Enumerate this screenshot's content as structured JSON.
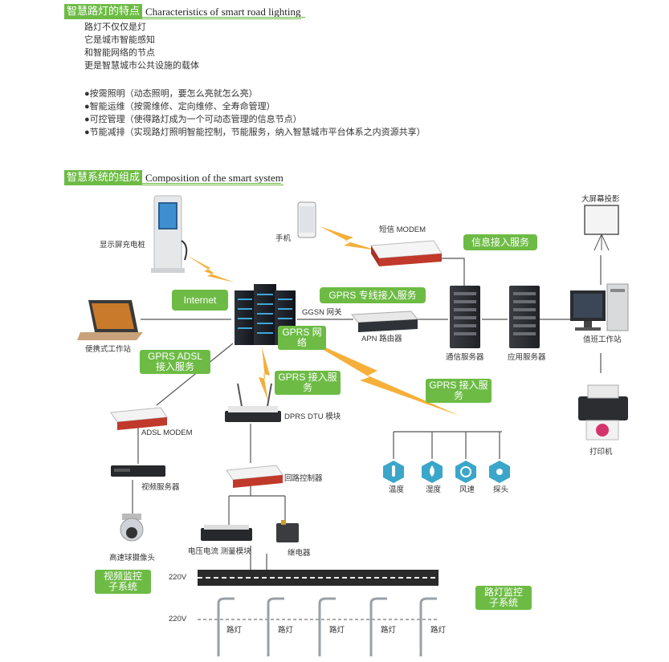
{
  "section1": {
    "title_zh": "智慧路灯的特点",
    "title_en": "Characteristics of smart road lighting",
    "lines": [
      "路灯不仅仅是灯",
      "它是城市智能感知",
      "和智能网络的节点",
      "更是智慧城市公共设施的载体"
    ],
    "bullets": [
      "●按需照明（动态照明，要怎么亮就怎么亮）",
      "●智能运维（按需维修、定向维修、全寿命管理）",
      "●可控管理（使得路灯成为一个可动态管理的信息节点）",
      "●节能减排（实现路灯照明智能控制，节能服务，纳入智慧城市平台体系之内资源共享）"
    ]
  },
  "section2": {
    "title_zh": "智慧系统的组成",
    "title_en": "Composition of the smart system"
  },
  "badges": {
    "internet": "Internet",
    "gprs_dedicated": "GPRS 专线接入服务",
    "info_access": "信息接入服务",
    "gprs_net": "GPRS 网络",
    "gprs_adsl": "GPRS ADSL 接入服务",
    "gprs_access1": "GPRS 接入服务",
    "gprs_access2": "GPRS 接入服务",
    "video_sys": "视频监控 子系统",
    "street_sys": "路灯监控 子系统"
  },
  "labels": {
    "charging_pile": "显示屏充电桩",
    "phone": "手机",
    "sms_modem": "短信 MODEM",
    "projector": "大屏幕投影",
    "laptop": "便携式工作站",
    "ggsn": "GGSN 网关",
    "apn_router": "APN 路由器",
    "comm_server": "通信服务器",
    "app_server": "应用服务器",
    "duty_station": "值班工作站",
    "printer": "打印机",
    "adsl_modem": "ADSL MODEM",
    "dtu": "DPRS DTU 模块",
    "video_server": "视频服务器",
    "loop_controller": "回路控制器",
    "dome_camera": "高速球摄像头",
    "measure_module": "电压电流 测量模块",
    "relay": "继电器",
    "v220_a": "220V",
    "v220_b": "220V",
    "street_lamp": "路灯"
  },
  "sensors": [
    {
      "label": "温度",
      "icon": "thermometer-icon"
    },
    {
      "label": "湿度",
      "icon": "water-drop-icon"
    },
    {
      "label": "风速",
      "icon": "wind-icon"
    },
    {
      "label": "探头",
      "icon": "camera-icon"
    }
  ],
  "colors": {
    "accent_green": "#6dbb45",
    "link_orange": "#f5a623",
    "line_gray": "#555555"
  }
}
